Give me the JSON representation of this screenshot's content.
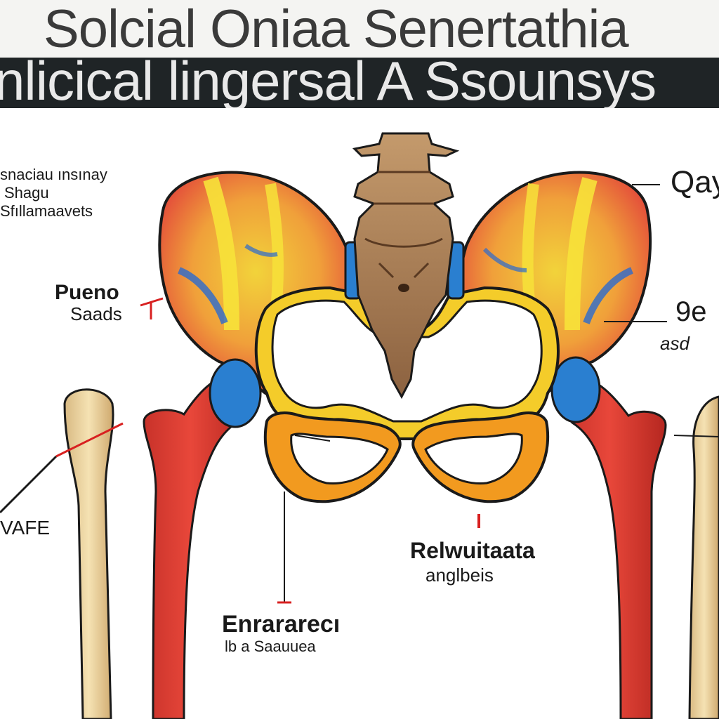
{
  "header": {
    "title_line_1": "Solcial Oniaa Senertathia",
    "title_line_2": "nlicical lingersal A Ssounsys"
  },
  "labels": {
    "top_left_1": "snaciau ınsınay",
    "top_left_2": "Shagu",
    "top_left_3": "Sfıllamaavets",
    "mid_left_1": "Pueno",
    "mid_left_2": "Saads",
    "bottom_left": "VAFE",
    "top_right": "Qay",
    "mid_right_1": "9e",
    "mid_right_2": "asd",
    "center_right_1": "Relwuitaata",
    "center_right_2": "anglbeis",
    "center_bottom_1": "Enrararecı",
    "center_bottom_2": "lb a Saauuea"
  },
  "colors": {
    "outline": "#1a1a1a",
    "bone_red": "#e1322b",
    "bone_yellow": "#f6d72a",
    "bone_orange": "#f29a1f",
    "joint_blue": "#2a7fd0",
    "sacrum_brown": "#a77a52",
    "femur_beige": "#f0d9a3",
    "pointer_red": "#d82020"
  }
}
